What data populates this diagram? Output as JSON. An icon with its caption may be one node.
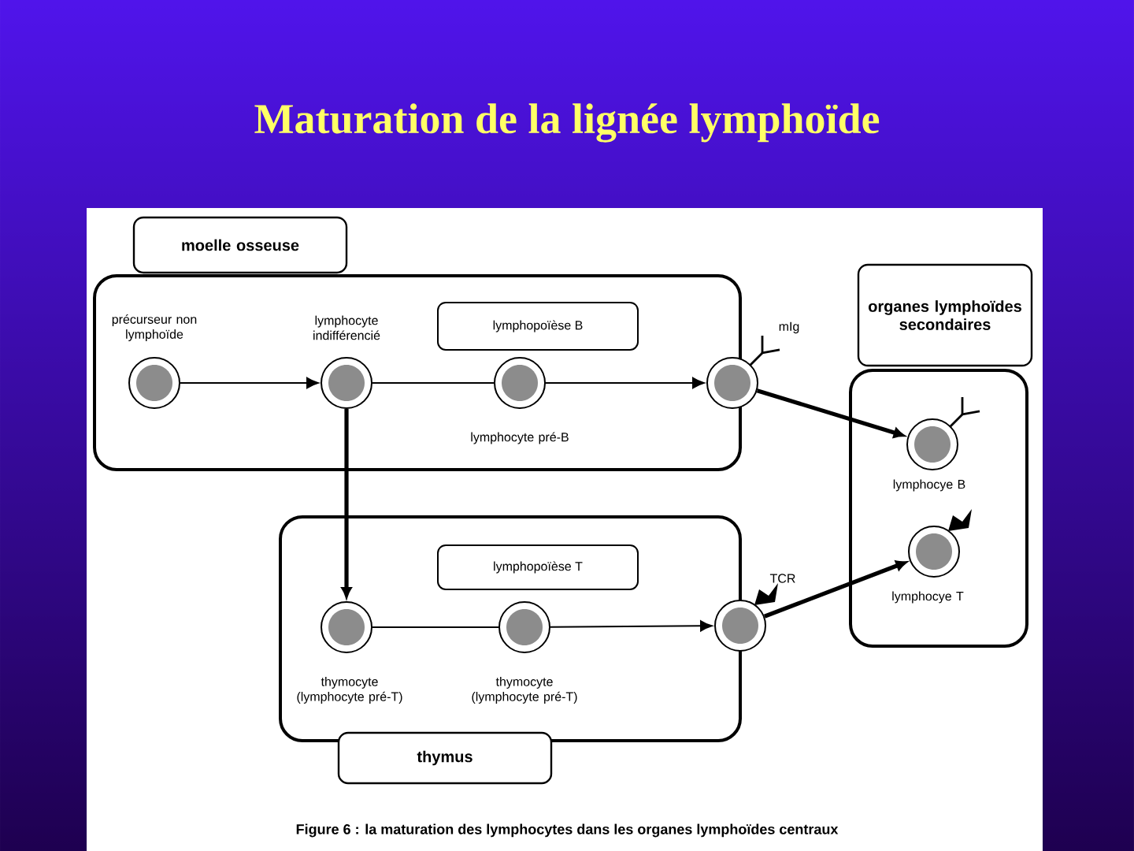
{
  "diagram": {
    "title": "Maturation de la lignée lymphoïde",
    "caption": "Figure 6 : la maturation des lymphocytes dans les organes lymphoïdes centraux",
    "nodes": [
      {
        "text": [
          "moelle osseuse"
        ]
      },
      {
        "text": [],
        "shape": "box"
      },
      {
        "text": [],
        "shape": "circle",
        "beside": [
          "précurseur non lymphoïde"
        ],
        "in": 1
      },
      {
        "text": [],
        "shape": "circle",
        "beside": [
          "lymphocyte indifférencié"
        ],
        "in": 1
      },
      {
        "text": [
          "lymphopoïèse B"
        ],
        "in": 1
      },
      {
        "text": [],
        "shape": "circle",
        "beside": [
          "lymphocyte pré-B"
        ],
        "in": 1
      },
      {
        "text": [],
        "shape": "circle",
        "beside": [
          "mIg"
        ]
      },
      {
        "text": [
          "organes lymphoïdes secondaires"
        ]
      },
      {
        "text": [],
        "shape": "box"
      },
      {
        "text": [],
        "shape": "circle",
        "beside": [
          "lymphocye B"
        ],
        "in": 8
      },
      {
        "text": [],
        "shape": "circle",
        "beside": [
          "lymphocye T"
        ],
        "in": 8
      },
      {
        "text": [],
        "shape": "box"
      },
      {
        "text": [
          "lymphopoïèse T"
        ],
        "in": 11
      },
      {
        "text": [],
        "shape": "circle",
        "beside": [
          "thymocyte (lymphocyte pré-T)"
        ],
        "in": 11
      },
      {
        "text": [],
        "shape": "circle",
        "beside": [
          "thymocyte (lymphocyte pré-T)"
        ],
        "in": 11
      },
      {
        "text": [],
        "shape": "circle",
        "beside": [
          "TCR"
        ]
      },
      {
        "text": [
          "thymus"
        ]
      }
    ],
    "edges": [
      {
        "from": 2,
        "to": 3,
        "arrow": "to"
      },
      {
        "from": 3,
        "to": 5,
        "arrow": "none"
      },
      {
        "from": 5,
        "to": 6,
        "arrow": "to"
      },
      {
        "from": 3,
        "to": 13,
        "arrow": "to",
        "style": "thick"
      },
      {
        "from": 6,
        "to": 9,
        "arrow": "to",
        "style": "thick"
      },
      {
        "from": 13,
        "to": 14,
        "arrow": "none"
      },
      {
        "from": 14,
        "to": 15,
        "arrow": "to"
      },
      {
        "from": 15,
        "to": 10,
        "arrow": "to",
        "style": "thick"
      }
    ]
  }
}
